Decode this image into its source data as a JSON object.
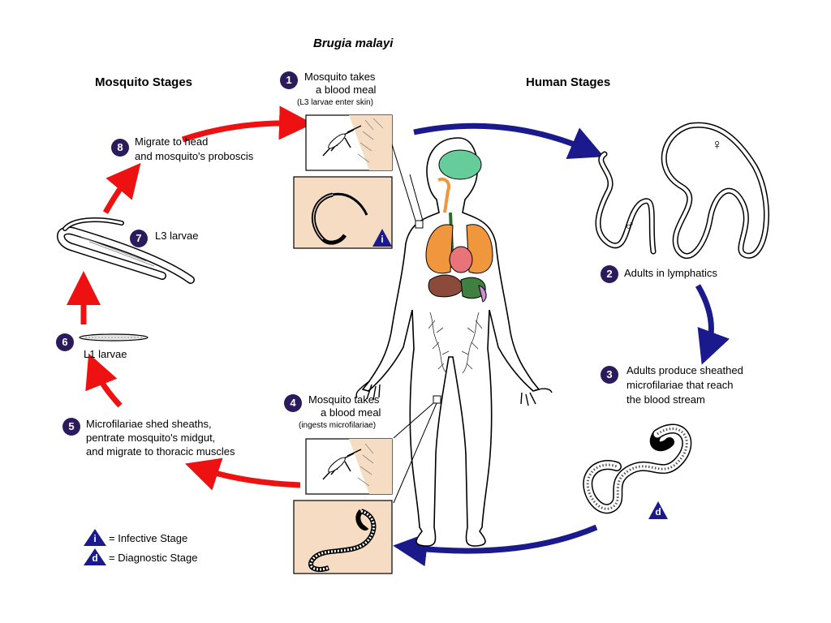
{
  "title": "Brugia malayi",
  "sections": {
    "mosquito_heading": "Mosquito Stages",
    "human_heading": "Human Stages"
  },
  "steps": [
    {
      "number": "1",
      "lines": [
        "Mosquito takes",
        "a blood meal"
      ],
      "note": "(L3 larvae enter skin)"
    },
    {
      "number": "2",
      "lines": [
        "Adults in lymphatics"
      ]
    },
    {
      "number": "3",
      "lines": [
        "Adults produce sheathed",
        "microfilariae that reach",
        "the blood stream"
      ]
    },
    {
      "number": "4",
      "lines": [
        "Mosquito takes",
        "a blood meal"
      ],
      "note": "(ingests microfilariae)"
    },
    {
      "number": "5",
      "lines": [
        "Microfilariae shed sheaths,",
        "pentrate mosquito's midgut,",
        "and migrate to thoracic muscles"
      ]
    },
    {
      "number": "6",
      "lines": [
        "L1 larvae"
      ]
    },
    {
      "number": "7",
      "lines": [
        "L3 larvae"
      ]
    },
    {
      "number": "8",
      "lines": [
        "Migrate to head",
        "and mosquito's proboscis"
      ]
    }
  ],
  "symbols": {
    "female": "♀",
    "male": "♂",
    "infective_marker": "i",
    "diagnostic_marker": "d"
  },
  "legend": {
    "infective": {
      "marker": "i",
      "label": "= Infective Stage"
    },
    "diagnostic": {
      "marker": "d",
      "label": "= Diagnostic Stage"
    }
  },
  "colors": {
    "human_arrow": "#1a1a8c",
    "mosquito_arrow": "#ee1111",
    "step_badge": "#2b1a5c",
    "panel_fill": "#f7dcc4",
    "brain": "#66cc99",
    "lungs": "#f0963c",
    "heart": "#e8747a",
    "liver": "#8b4a3a",
    "stomach": "#3f7f3f"
  }
}
